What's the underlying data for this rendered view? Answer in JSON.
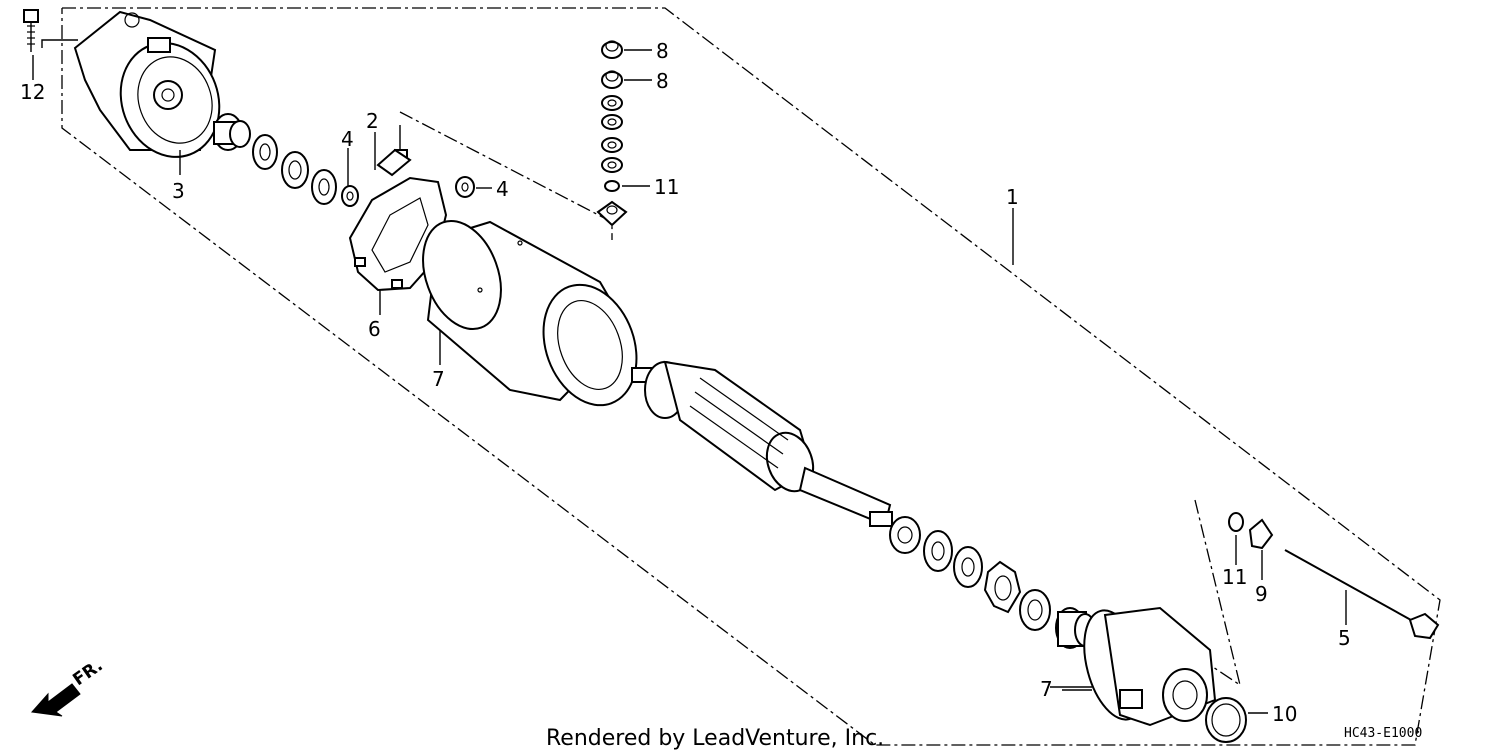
{
  "diagram": {
    "callouts": {
      "c1": "1",
      "c2": "2",
      "c3": "3",
      "c4a": "4",
      "c4b": "4",
      "c5": "5",
      "c6": "6",
      "c7a": "7",
      "c7b": "7",
      "c8a": "8",
      "c8b": "8",
      "c9": "9",
      "c10": "10",
      "c11a": "11",
      "c11b": "11",
      "c12": "12"
    },
    "direction_label": "FR.",
    "diagram_code": "HC43-E1000",
    "credit": "Rendered by LeadVenture, Inc."
  }
}
